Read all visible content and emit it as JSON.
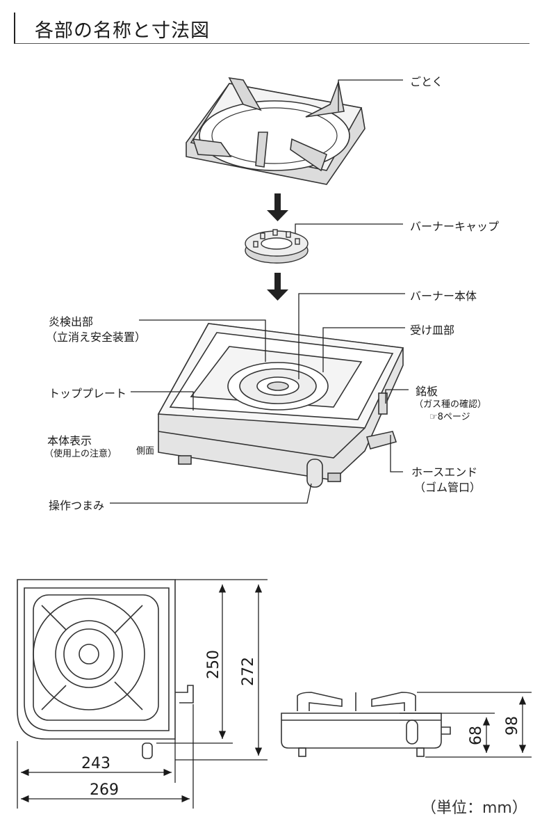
{
  "title": "各部の名称と寸法図",
  "labels": {
    "gotoku": "ごとく",
    "burner_cap": "バーナーキャップ",
    "burner_body": "バーナー本体",
    "flame_detector": "炎検出部",
    "flame_detector_sub": "（立消え安全装置）",
    "drip_pan": "受け皿部",
    "top_plate": "トッププレート",
    "nameplate": "銘板",
    "nameplate_sub": "（ガス種の確認）",
    "nameplate_ref": "8ページ",
    "body_display": "本体表示",
    "body_display_sub": "（使用上の注意）",
    "side": "側面",
    "hose_end": "ホースエンド",
    "hose_end_sub": "（ゴム管口）",
    "knob": "操作つまみ"
  },
  "dimensions": {
    "depth_inner": "250",
    "depth_total": "272",
    "width_inner": "243",
    "width_total": "269",
    "height_body": "68",
    "height_total": "98",
    "unit": "（単位：mm）"
  }
}
